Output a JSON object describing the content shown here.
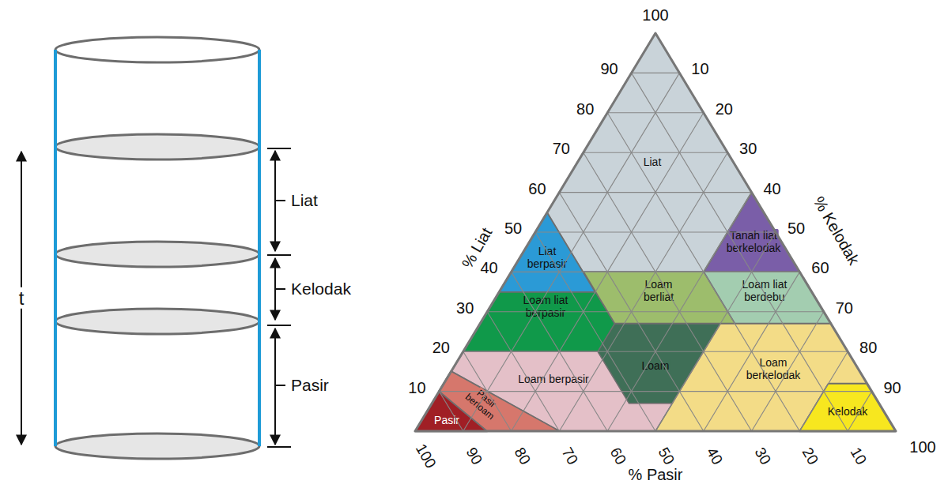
{
  "diagram": {
    "nodes": [
      {
        "text": [
          "Liat"
        ]
      },
      {
        "text": [
          "Liat berpasir"
        ]
      },
      {
        "text": [
          "Tanah liat berkelodak"
        ]
      },
      {
        "text": [
          "Loam liat berpasir"
        ]
      },
      {
        "text": [
          "Loam berliat"
        ]
      },
      {
        "text": [
          "Loam liat berdebu"
        ]
      },
      {
        "text": [
          "Loam berpasir"
        ]
      },
      {
        "text": [
          "Loam"
        ]
      },
      {
        "text": [
          "Loam berkelodak"
        ]
      },
      {
        "text": [
          "Pasir berloam"
        ]
      },
      {
        "text": [
          "Pasir"
        ]
      },
      {
        "text": [
          "Kelodak"
        ]
      }
    ],
    "labels": [
      "t",
      "Liat",
      "Kelodak",
      "Pasir",
      "100",
      "90",
      "80",
      "70",
      "60",
      "50",
      "40",
      "30",
      "20",
      "10",
      "10",
      "20",
      "30",
      "40",
      "50",
      "60",
      "70",
      "80",
      "90",
      "100",
      "% Liat",
      "% Kelodak",
      "100",
      "90",
      "80",
      "70",
      "60",
      "50",
      "40",
      "30",
      "20",
      "10",
      "% Pasir"
    ]
  }
}
